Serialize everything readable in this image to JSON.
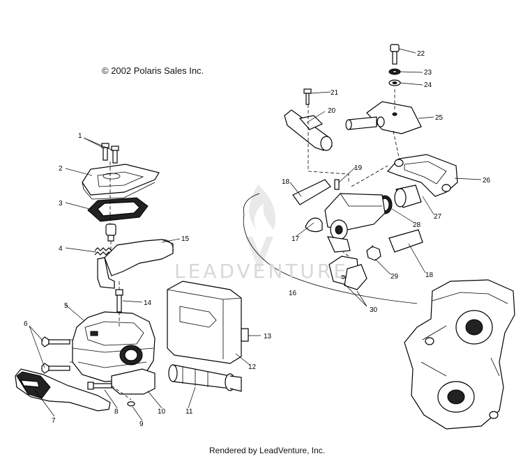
{
  "header": {
    "copyright": "© 2002 Polaris Sales Inc."
  },
  "footer": {
    "rendered_by": "Rendered by LeadVenture, Inc."
  },
  "watermark": {
    "text": "LEADVENTURE"
  },
  "callouts": [
    "1",
    "2",
    "3",
    "4",
    "5",
    "6",
    "7",
    "8",
    "9",
    "10",
    "11",
    "12",
    "13",
    "14",
    "15",
    "16",
    "17",
    "18",
    "18",
    "19",
    "20",
    "21",
    "22",
    "23",
    "24",
    "25",
    "26",
    "27",
    "28",
    "29",
    "30"
  ],
  "colors": {
    "line": "#000000",
    "background": "#ffffff",
    "watermark": "#d8d8d8"
  }
}
